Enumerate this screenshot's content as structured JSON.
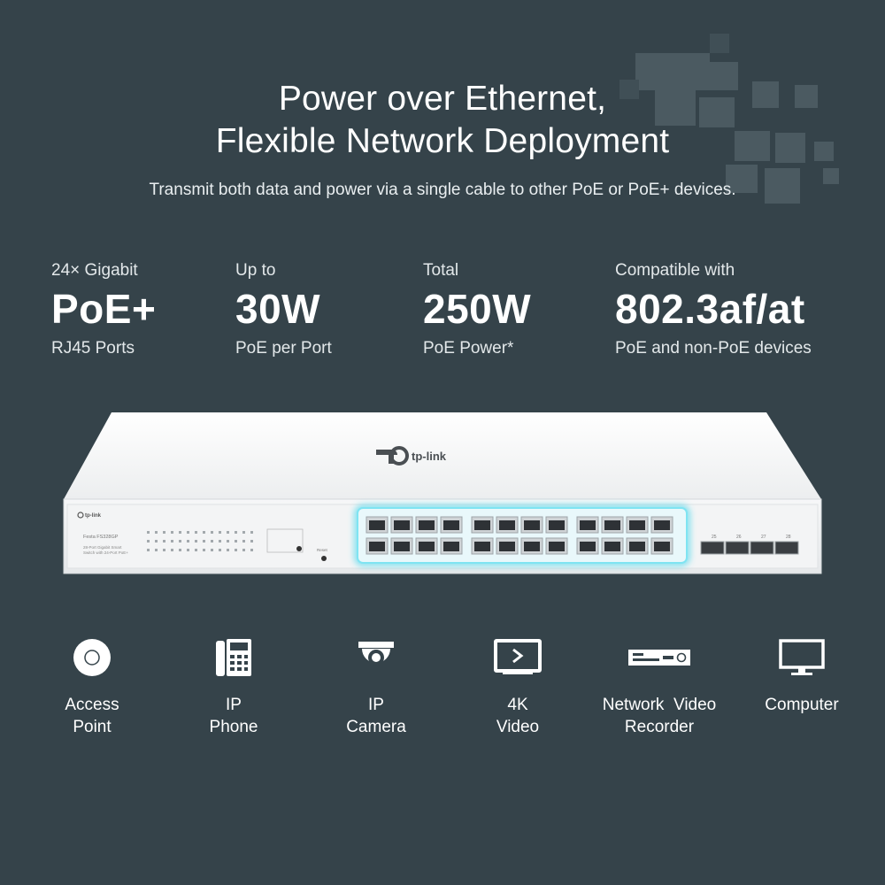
{
  "header": {
    "title_line1": "Power over Ethernet,",
    "title_line2": "Flexible Network Deployment",
    "subtitle": "Transmit both data and power via a single cable to other PoE or PoE+ devices."
  },
  "specs": [
    {
      "top": "24× Gigabit",
      "big": "PoE+",
      "bottom": "RJ45 Ports"
    },
    {
      "top": "Up to",
      "big": "30W",
      "bottom": "PoE per Port"
    },
    {
      "top": "Total",
      "big": "250W",
      "bottom": "PoE Power*"
    },
    {
      "top": "Compatible with",
      "big": "802.3af/at",
      "bottom": "PoE and non-PoE devices"
    }
  ],
  "switch": {
    "brand": "tp-link",
    "model": "Festa FS328GP",
    "description_line1": "28-Port Gigabit Smart",
    "description_line2": "Switch with 24-Port PoE+",
    "reset_label": "Reset",
    "sfp_ports": [
      "25",
      "26",
      "27",
      "28"
    ]
  },
  "devices": [
    {
      "icon": "access-point-icon",
      "line1": "Access",
      "line2": "Point"
    },
    {
      "icon": "ip-phone-icon",
      "line1": "IP",
      "line2": "Phone"
    },
    {
      "icon": "ip-camera-icon",
      "line1": "IP",
      "line2": "Camera"
    },
    {
      "icon": "video-icon",
      "line1": "4K",
      "line2": "Video"
    },
    {
      "icon": "nvr-icon",
      "line1": "Network  Video",
      "line2": "Recorder"
    },
    {
      "icon": "computer-icon",
      "line1": "Computer",
      "line2": ""
    }
  ],
  "colors": {
    "background": "#35434a",
    "highlight": "#4fd8ec"
  }
}
